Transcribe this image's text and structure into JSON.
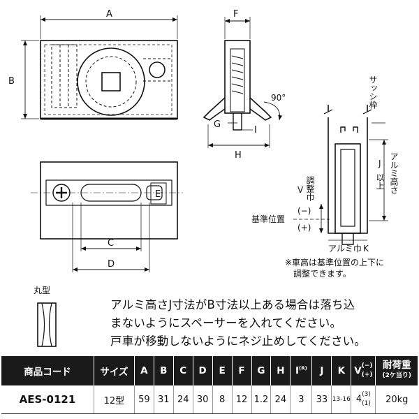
{
  "labels": {
    "A": "A",
    "B": "B",
    "C": "C",
    "D": "D",
    "E": "E",
    "F": "F",
    "G": "G",
    "H": "H",
    "I": "I",
    "J": "J",
    "K": "K",
    "V": "V",
    "angle": "90°",
    "sash_frame": "サッシ枠",
    "adjust_width": "調整巾",
    "ref_position": "基準位置",
    "minus": "(−)",
    "plus": "(+)",
    "alumi_height": "アルミ高さ",
    "j_or_more": "以上",
    "alumi_width": "アルミ巾",
    "vehicle_note_1": "※車高は基準位置の上下に",
    "vehicle_note_2": "調整できます。",
    "round_type": "丸型"
  },
  "notes": [
    "アルミ高さJ寸法がB寸法以上ある場合は落ち込",
    "まないようにスペーサーを入れてください。",
    "戸車が移動しないようにネジ止めしてください。"
  ],
  "table": {
    "headers": {
      "code": "商品コード",
      "size": "サイズ",
      "A": "A",
      "B": "B",
      "C": "C",
      "D": "D",
      "E": "E",
      "F": "F",
      "G": "G",
      "H": "H",
      "I": "I",
      "I_sup": "(R)",
      "J": "J",
      "K": "K",
      "V": "V",
      "V_minus": "(−)",
      "V_plus": "(+)",
      "load": "耐荷重",
      "load_sub": "(2ケ当り)"
    },
    "row": {
      "code": "AES-0121",
      "size": "12型",
      "A": "59",
      "B": "31",
      "C": "24",
      "D": "30",
      "E": "8",
      "F": "12",
      "G": "1.2",
      "H": "24",
      "I": "3",
      "J": "33",
      "K": "13-16",
      "V": "4",
      "V_minus": "(3)",
      "V_plus": "(1)",
      "load": "20kg"
    }
  }
}
